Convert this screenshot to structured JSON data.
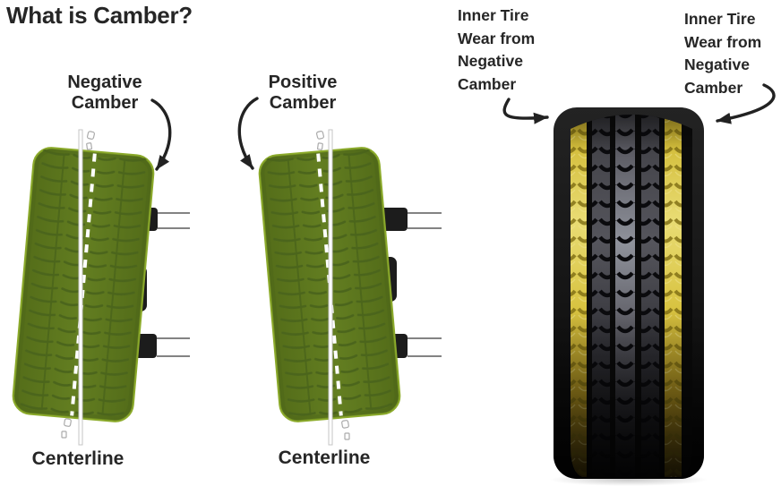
{
  "title": "What is Camber?",
  "camber_comparison": {
    "negative": {
      "label": "Negative\nCamber",
      "centerline_label": "Centerline"
    },
    "positive": {
      "label": "Positive\nCamber",
      "centerline_label": "Centerline"
    }
  },
  "tire_wear": {
    "left_label": "Inner Tire\nWear from\nNegative\nCamber",
    "right_label": "Inner Tire\nWear from\nNegative\nCamber"
  },
  "colors": {
    "background": "#ffffff",
    "text": "#262626",
    "tire_green": "#5d781d",
    "tire_green_edge": "#8cab2b",
    "tire_tread_line": "#4b651c",
    "wear_highlight_yellow": "#d8c341",
    "tread_dark_rib": "#46464c",
    "suspension_black": "#1c1c1c",
    "centerline_white": "#ffffff",
    "arrow_black": "#222222"
  }
}
